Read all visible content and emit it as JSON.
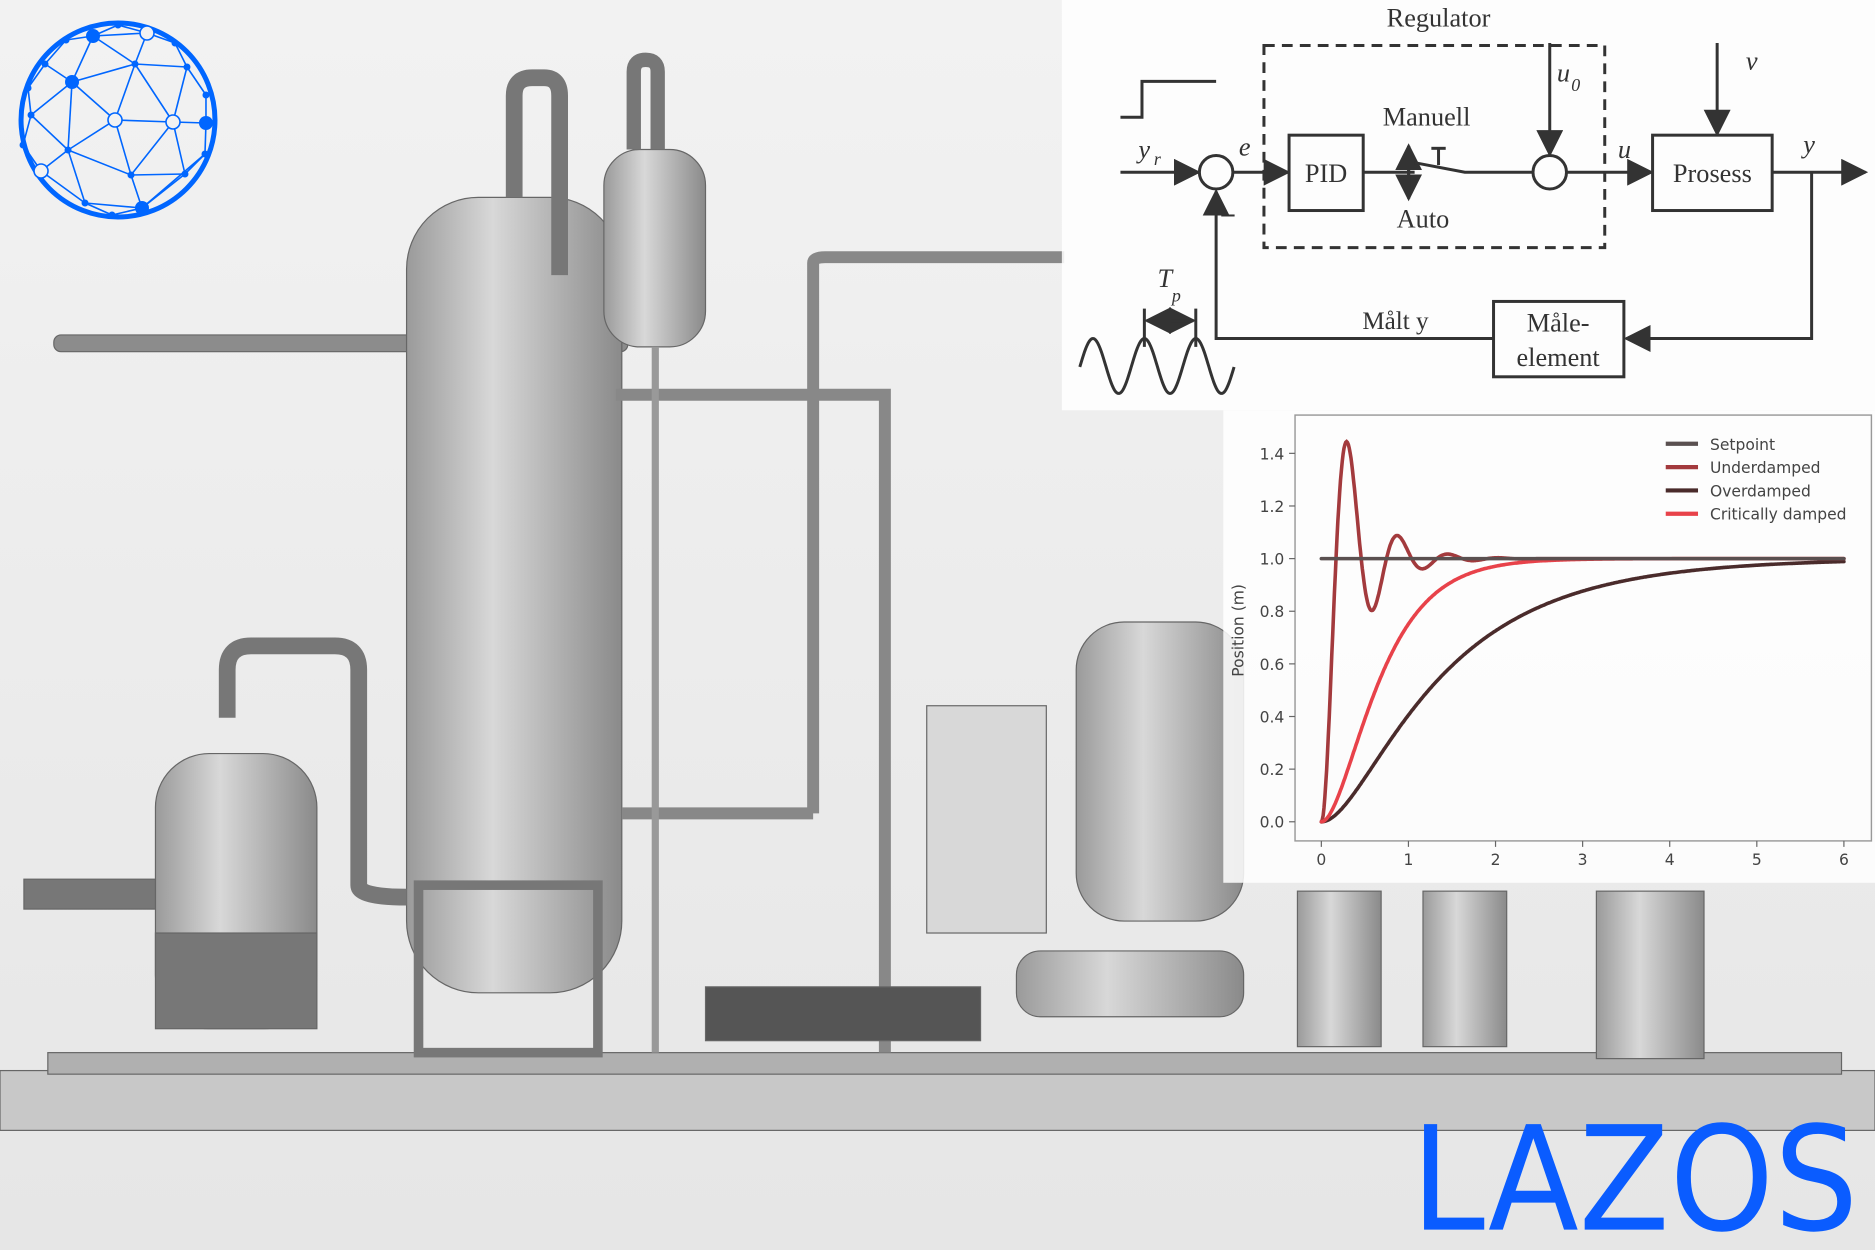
{
  "logo": {
    "text": "LAZOS",
    "color": "#0a5cff"
  },
  "diagram": {
    "regulator": "Regulator",
    "pid": "PID",
    "manual": "Manuell",
    "auto": "Auto",
    "process": "Prosess",
    "sensor_line1": "Måle-",
    "sensor_line2": "element",
    "measured": "Målt y",
    "yr": "y",
    "yr_sub": "r",
    "e": "e",
    "u": "u",
    "u0": "u",
    "u0_sub": "0",
    "v": "v",
    "y": "y",
    "minus": "−",
    "tp": "T",
    "tp_sub": "p"
  },
  "chart_data": {
    "type": "line",
    "title": "",
    "xlabel": "",
    "ylabel": "Position (m)",
    "xlim": [
      0,
      6
    ],
    "ylim": [
      -0.05,
      1.55
    ],
    "xticks": [
      "0",
      "1",
      "2",
      "3",
      "4",
      "5",
      "6"
    ],
    "yticks": [
      "0.0",
      "0.2",
      "0.4",
      "0.6",
      "0.8",
      "1.0",
      "1.2",
      "1.4"
    ],
    "legend_position": "top-right",
    "series": [
      {
        "name": "Setpoint",
        "color": "#5a5050",
        "model": {
          "kind": "constant",
          "value": 1.0
        },
        "x_range": [
          0,
          6
        ]
      },
      {
        "name": "Underdamped",
        "color": "#a33a3d",
        "model": {
          "kind": "second_order",
          "zeta": 0.25,
          "wn": 11.2
        },
        "peak": {
          "x": 0.3,
          "y": 1.48
        },
        "x_range": [
          0,
          2.5
        ]
      },
      {
        "name": "Overdamped",
        "color": "#4a2b2b",
        "model": {
          "kind": "two_poles",
          "p1": 0.8,
          "p2": 3.0
        },
        "x_range": [
          0,
          6
        ]
      },
      {
        "name": "Critically damped",
        "color": "#e8424a",
        "model": {
          "kind": "critical",
          "wn": 2.7
        },
        "x_range": [
          0,
          6
        ]
      }
    ]
  }
}
